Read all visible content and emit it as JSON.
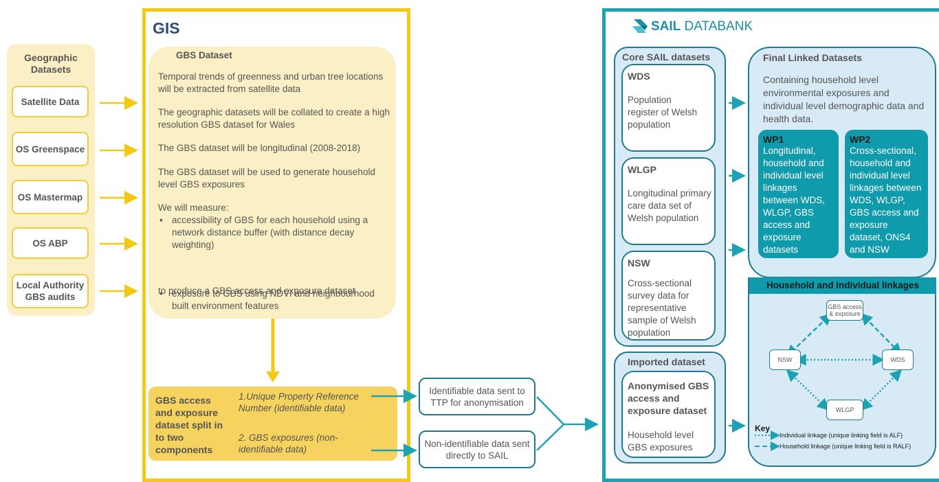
{
  "geo": {
    "title": "Geographic Datasets",
    "items": [
      "Satellite Data",
      "OS Greenspace",
      "OS Mastermap",
      "OS ABP",
      "Local Authority GBS  audits"
    ]
  },
  "gis": {
    "title": "GIS",
    "dataset_title": "GBS Dataset",
    "paragraphs": [
      "Temporal trends of greenness and urban tree locations will be extracted from satellite data",
      "The geographic datasets will be collated to create a high resolution GBS dataset for Wales",
      "The GBS dataset will be longitudinal  (2008-2018)",
      "The GBS dataset will be used to generate household level GBS exposures",
      "We will measure:"
    ],
    "bullets": [
      "accessibility of GBS for each household using a network distance buffer (with distance decay weighting)",
      "exposure to GBS using NDVI and neighbourhood built environment features"
    ],
    "closing": "to produce a GBS access and exposure dataset",
    "split_label": "GBS access and exposure dataset split in to two components",
    "component1": "1.Unique Property Reference Number (identifiable data)",
    "component2": "2. GBS exposures (non-identifiable data)"
  },
  "middle": {
    "identifiable": "Identifiable data sent to TTP for anonymisation",
    "non_identifiable": "Non-identifiable data sent directly to SAIL"
  },
  "sail": {
    "logo_bold": "SAIL",
    "logo_rest": " DATABANK",
    "core_title": "Core SAIL datasets",
    "datasets": [
      {
        "title": "WDS",
        "desc": "Population register of Welsh population"
      },
      {
        "title": "WLGP",
        "desc": "Longitudinal primary care data set of Welsh population"
      },
      {
        "title": "NSW",
        "desc": "Cross-sectional survey data for representative sample of Welsh population"
      }
    ],
    "imported_title": "Imported dataset",
    "imported_name": "Anonymised GBS access and exposure dataset",
    "imported_desc": "Household level GBS exposures",
    "final_title": "Final Linked Datasets",
    "final_desc": "Containing household level environmental exposures and individual level demographic data and health data.",
    "wp1_title": "WP1",
    "wp1_text": "Longitudinal, household and individual level linkages between WDS, WLGP, GBS access and exposure datasets",
    "wp2_title": "WP2",
    "wp2_text": "Cross-sectional, household and individual level linkages between WDS, WLGP, GBS access and exposure dataset, ONS4 and NSW",
    "linkages_title": "Household and Individual linkages",
    "nodes": {
      "gbs": "GBS access & exposure",
      "nsw": "NSW",
      "wds": "WDS",
      "wlgp": "WLGP"
    },
    "key_title": "Key",
    "key_individual": "Individual linkage (unique linking field is ALF)",
    "key_household": "Household linkage (unique linking field is RALF)"
  },
  "colors": {
    "gis_yellow": "#f3c913",
    "light_yellow": "#fbefc6",
    "sail_teal": "#1ba3b3",
    "dark_teal": "#1f7a90",
    "light_blue": "#d8eaf5",
    "wp_teal": "#0f9bab",
    "title_blue": "#2f4c7b"
  }
}
